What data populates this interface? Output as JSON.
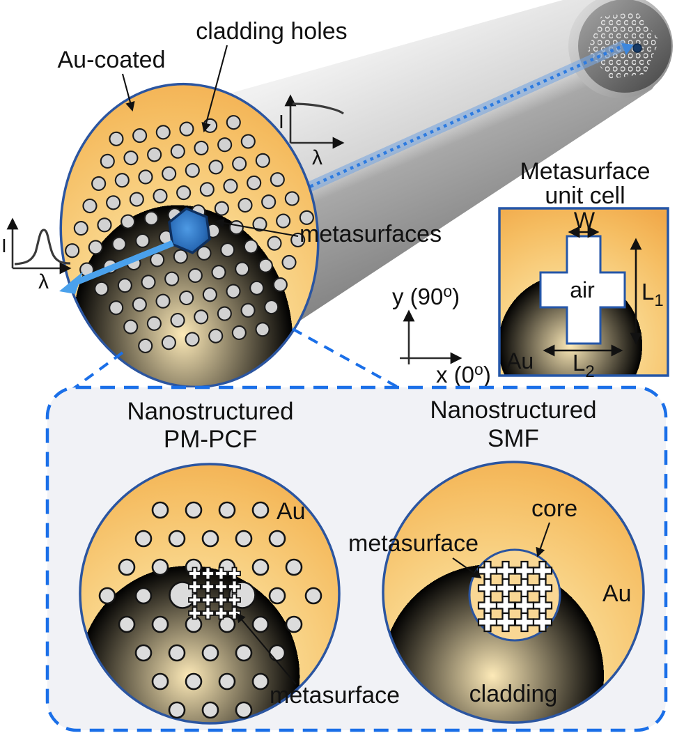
{
  "figure": {
    "main": {
      "label_au_coated": "Au-coated",
      "label_cladding_holes": "cladding holes",
      "label_metasurfaces": "metasurfaces",
      "inset_dip": {
        "ylabel": "I",
        "xlabel": "λ"
      },
      "inset_peak": {
        "ylabel": "I",
        "xlabel": "λ"
      },
      "axes": {
        "y_pre": "y (90",
        "y_sup": "o",
        "y_post": ")",
        "x_pre": "x (0",
        "x_sup": "o",
        "x_post": ")"
      }
    },
    "unit_cell": {
      "title_line1": "Metasurface",
      "title_line2": "unit cell",
      "width_label": "W",
      "air_label": "air",
      "gold_label": "Au",
      "l1_base": "L",
      "l1_sub": "1",
      "l2_base": "L",
      "l2_sub": "2"
    },
    "panel": {
      "pmpcf": {
        "title_line1": "Nanostructured",
        "title_line2": "PM-PCF",
        "gold_label": "Au",
        "metasurface_label": "metasurface"
      },
      "smf": {
        "title_line1": "Nanostructured",
        "title_line2": "SMF",
        "core_label": "core",
        "metasurface_label": "metasurface",
        "gold_label": "Au",
        "cladding_label": "cladding"
      }
    },
    "colors": {
      "gold_light": "#fdeab8",
      "gold_mid": "#f6c468",
      "gold_deep": "#f1a94a",
      "outline_blue": "#2b55a0",
      "core_blue": "#2a6cb8",
      "beam_blue": "#2d7be0",
      "beam_halo_blue": "#7aa6e0",
      "output_arrow_blue": "#4aa1ec",
      "dashed_border_blue": "#1a6fe8",
      "panel_background": "#f1f2f6",
      "cone_gray_light": "#efefef",
      "cone_gray_dark": "#7d7d7d",
      "hole_gray": "#d2d2d2",
      "cross_fill": "#ffffff",
      "text": "#111111"
    }
  }
}
